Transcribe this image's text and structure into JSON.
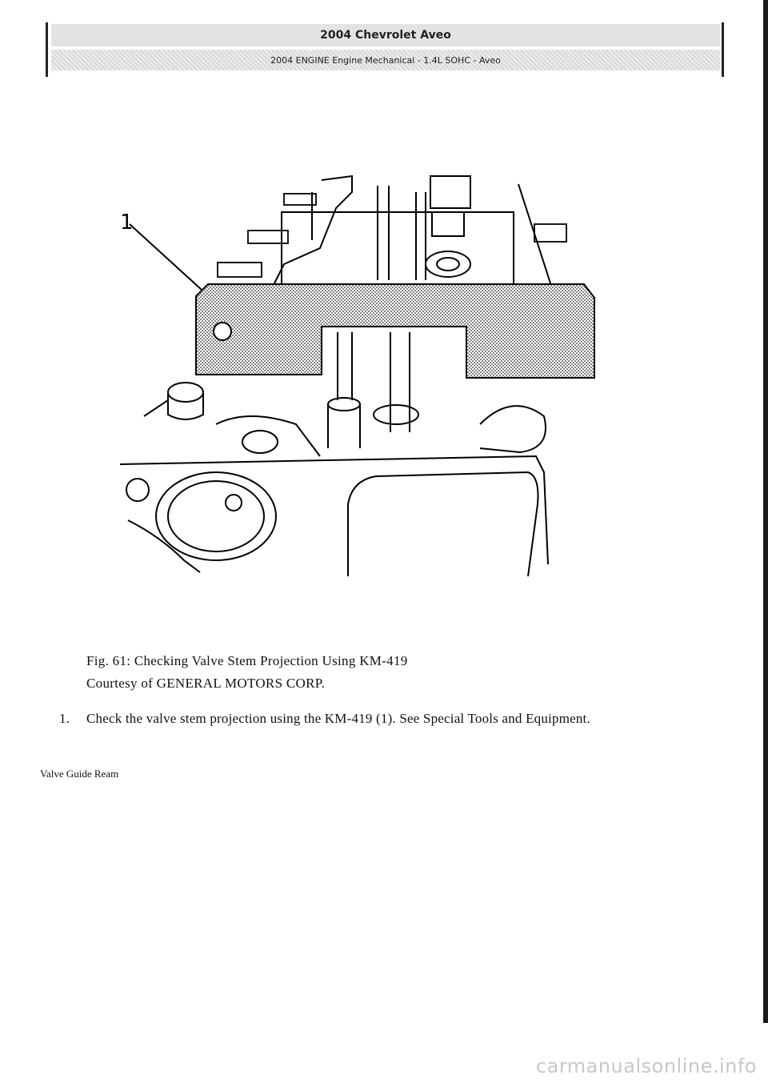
{
  "header": {
    "title": "2004 Chevrolet Aveo",
    "subtitle": "2004 ENGINE Engine Mechanical - 1.4L SOHC - Aveo"
  },
  "figure": {
    "callout_label": "1"
  },
  "caption": {
    "line1": "Fig. 61: Checking Valve Stem Projection Using KM-419",
    "line2": "Courtesy of GENERAL MOTORS CORP."
  },
  "steps": [
    {
      "number": "1.",
      "text": "Check the valve stem projection using the KM-419 (1). See Special Tools and Equipment."
    }
  ],
  "section_heading": "Valve Guide Ream",
  "watermark": "carmanualsonline.info"
}
